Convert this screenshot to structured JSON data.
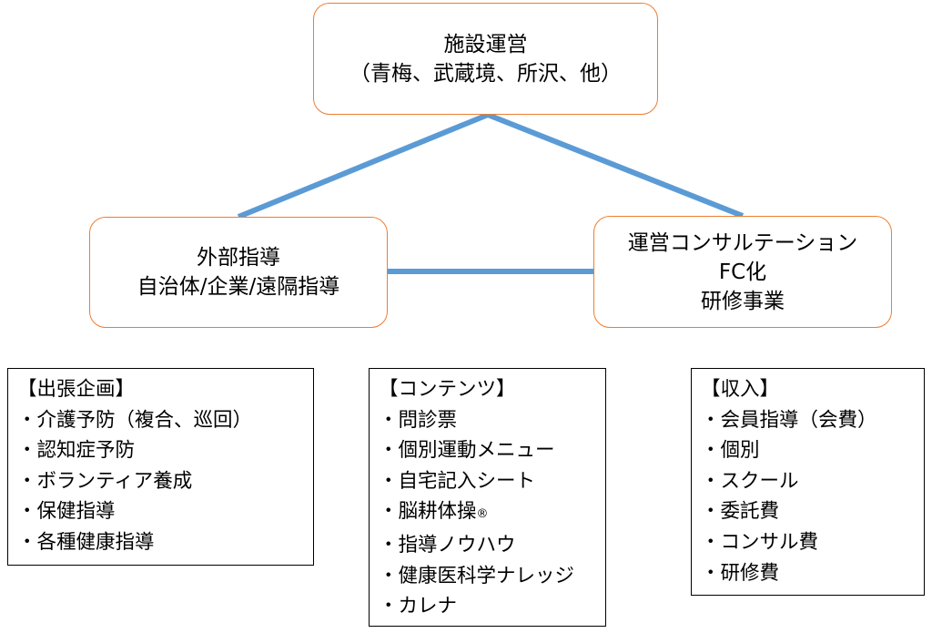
{
  "diagram": {
    "line_color": "#5b9bd5",
    "box_border_color": "#ed7d31",
    "top": {
      "lines": [
        "施設運営",
        "（青梅、武蔵境、所沢、他）"
      ]
    },
    "left": {
      "lines": [
        "外部指導",
        "自治体/企業/遠隔指導"
      ]
    },
    "right": {
      "lines": [
        "運営コンサルテーション",
        "FC化",
        "研修事業"
      ]
    },
    "lists": {
      "left": {
        "header": "【出張企画】",
        "items": [
          "・介護予防（複合、巡回）",
          "・認知症予防",
          "・ボランティア養成",
          "・保健指導",
          "・各種健康指導"
        ]
      },
      "middle": {
        "header": "【コンテンツ】",
        "items": [
          "・問診票",
          "・個別運動メニュー",
          "・自宅記入シート",
          "・脳耕体操",
          "・指導ノウハウ",
          "・健康医科学ナレッジ",
          "・カレナ"
        ],
        "registered_mark": "®"
      },
      "right": {
        "header": "【収入】",
        "items": [
          "・会員指導（会費）",
          "・個別",
          "・スクール",
          "・委託費",
          "・コンサル費",
          "・研修費"
        ]
      }
    }
  }
}
